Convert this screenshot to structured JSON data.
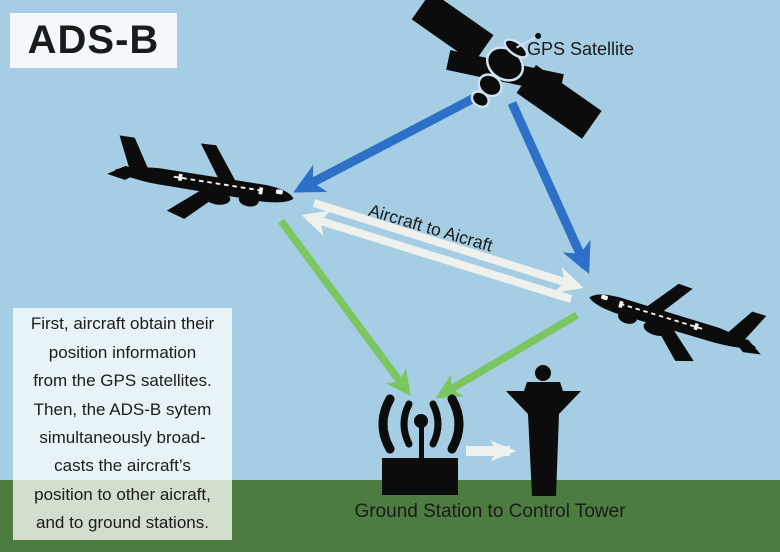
{
  "title": "ADS-B",
  "labels": {
    "gps_satellite": "GPS Satellite",
    "aircraft_to_aircraft": "Aircraft to Aicraft",
    "ground_station_caption": "Ground Station to Control Tower"
  },
  "description_lines": [
    "First, aircraft obtain their",
    "position information",
    "from the GPS satellites.",
    "Then, the ADS-B sytem",
    "simultaneously broad-",
    "casts the aircraft’s",
    "position to other aicraft,",
    "and to ground stations."
  ],
  "diagram": {
    "nodes": [
      "gps-satellite",
      "aircraft-left",
      "aircraft-right",
      "ground-station",
      "control-tower"
    ],
    "arrows": [
      {
        "from": "gps-satellite",
        "to": "aircraft-left",
        "color": "blue"
      },
      {
        "from": "gps-satellite",
        "to": "aircraft-right",
        "color": "blue"
      },
      {
        "from": "aircraft-left",
        "to": "aircraft-right",
        "color": "white"
      },
      {
        "from": "aircraft-right",
        "to": "aircraft-left",
        "color": "white"
      },
      {
        "from": "aircraft-left",
        "to": "ground-station",
        "color": "green"
      },
      {
        "from": "aircraft-right",
        "to": "ground-station",
        "color": "green"
      },
      {
        "from": "ground-station",
        "to": "control-tower",
        "color": "white"
      }
    ]
  },
  "colors": {
    "sky": "#a5cde4",
    "ground": "#4c7c3f",
    "arrow_blue": "#2c70c8",
    "arrow_green": "#7cc55f",
    "arrow_white": "#eef1ec",
    "silhouette": "#0c0c0c",
    "panel_bg": "rgba(255,255,255,0.75)",
    "text": "#1b1b1b"
  }
}
